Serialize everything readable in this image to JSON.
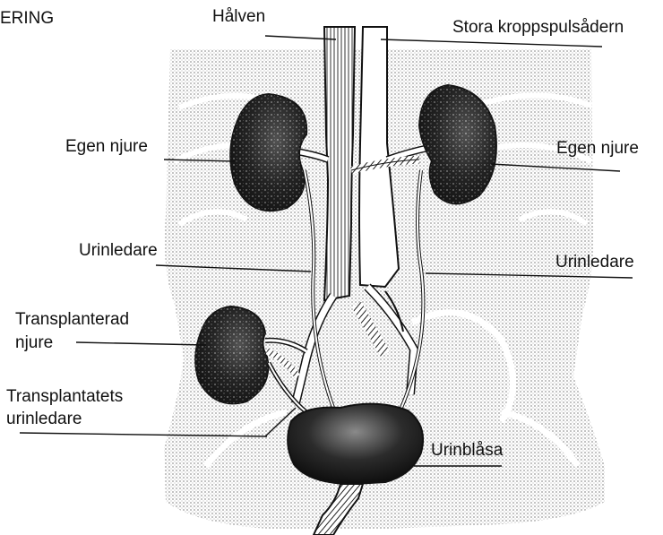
{
  "header": {
    "title_fragment": "ERING"
  },
  "labels": {
    "vein": "Hålven",
    "aorta": "Stora kroppspulsådern",
    "kidney_left": "Egen njure",
    "kidney_right": "Egen njure",
    "ureter_left": "Urinledare",
    "ureter_right": "Urinledare",
    "transplant_kidney_line1": "Transplanterad",
    "transplant_kidney_line2": "njure",
    "transplant_ureter_line1": "Transplantatets",
    "transplant_ureter_line2": "urinledare",
    "bladder": "Urinblåsa"
  },
  "colors": {
    "ink": "#111111",
    "organ_dark": "#1a1a1a",
    "body_shading": "#d2d2d2"
  }
}
